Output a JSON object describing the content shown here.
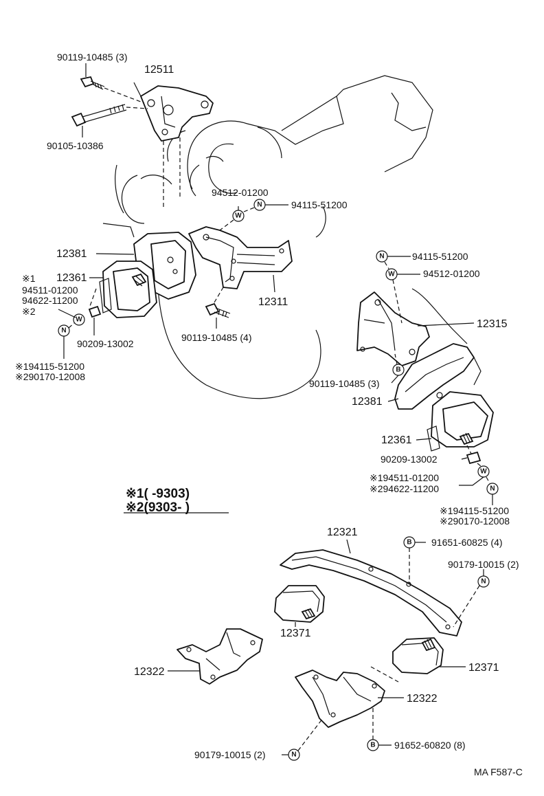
{
  "labels": {
    "bolt_top_count": "90119-10485 (3)",
    "bracket_top": "12511",
    "bolt_long": "90105-10386",
    "washer_w1": "94512-01200",
    "nut_n1": "94115-51200",
    "insulator_left_cover": "12381",
    "note1_mark": "※1",
    "insulator_left": "12361",
    "washer_note1": "94511-01200",
    "washer_note2_part": "94622-11200",
    "note2_mark": "※2",
    "bracket_left": "12311",
    "washer_sq_left": "90209-13002",
    "bolt_left_count": "90119-10485 (4)",
    "nut_note_left_1": "※194115-51200",
    "nut_note_left_2": "※290170-12008",
    "nut_n2": "94115-51200",
    "washer_w2": "94512-01200",
    "bracket_right": "12315",
    "bolt_right_count": "90119-10485 (3)",
    "insulator_right_cover": "12381",
    "insulator_right": "12361",
    "washer_sq_right": "90209-13002",
    "washer_note_right_1": "※194511-01200",
    "washer_note_right_2": "※294622-11200",
    "nut_note_right_1": "※194115-51200",
    "nut_note_right_2": "※290170-12008",
    "legend_1": "※1(      -9303)",
    "legend_2": "※2(9303-       )",
    "crossmember": "12321",
    "bolt_b_top": "91651-60825 (4)",
    "nut_right_count": "90179-10015 (2)",
    "insulator_rear_left": "12371",
    "insulator_rear_right": "12371",
    "support_left": "12322",
    "support_right": "12322",
    "nut_bottom_count": "90179-10015 (2)",
    "bolt_b_bottom": "91652-60820 (8)",
    "footer_code": "MA  F587-C"
  },
  "symbols": {
    "nut": "N",
    "washer": "W",
    "bolt": "B"
  }
}
